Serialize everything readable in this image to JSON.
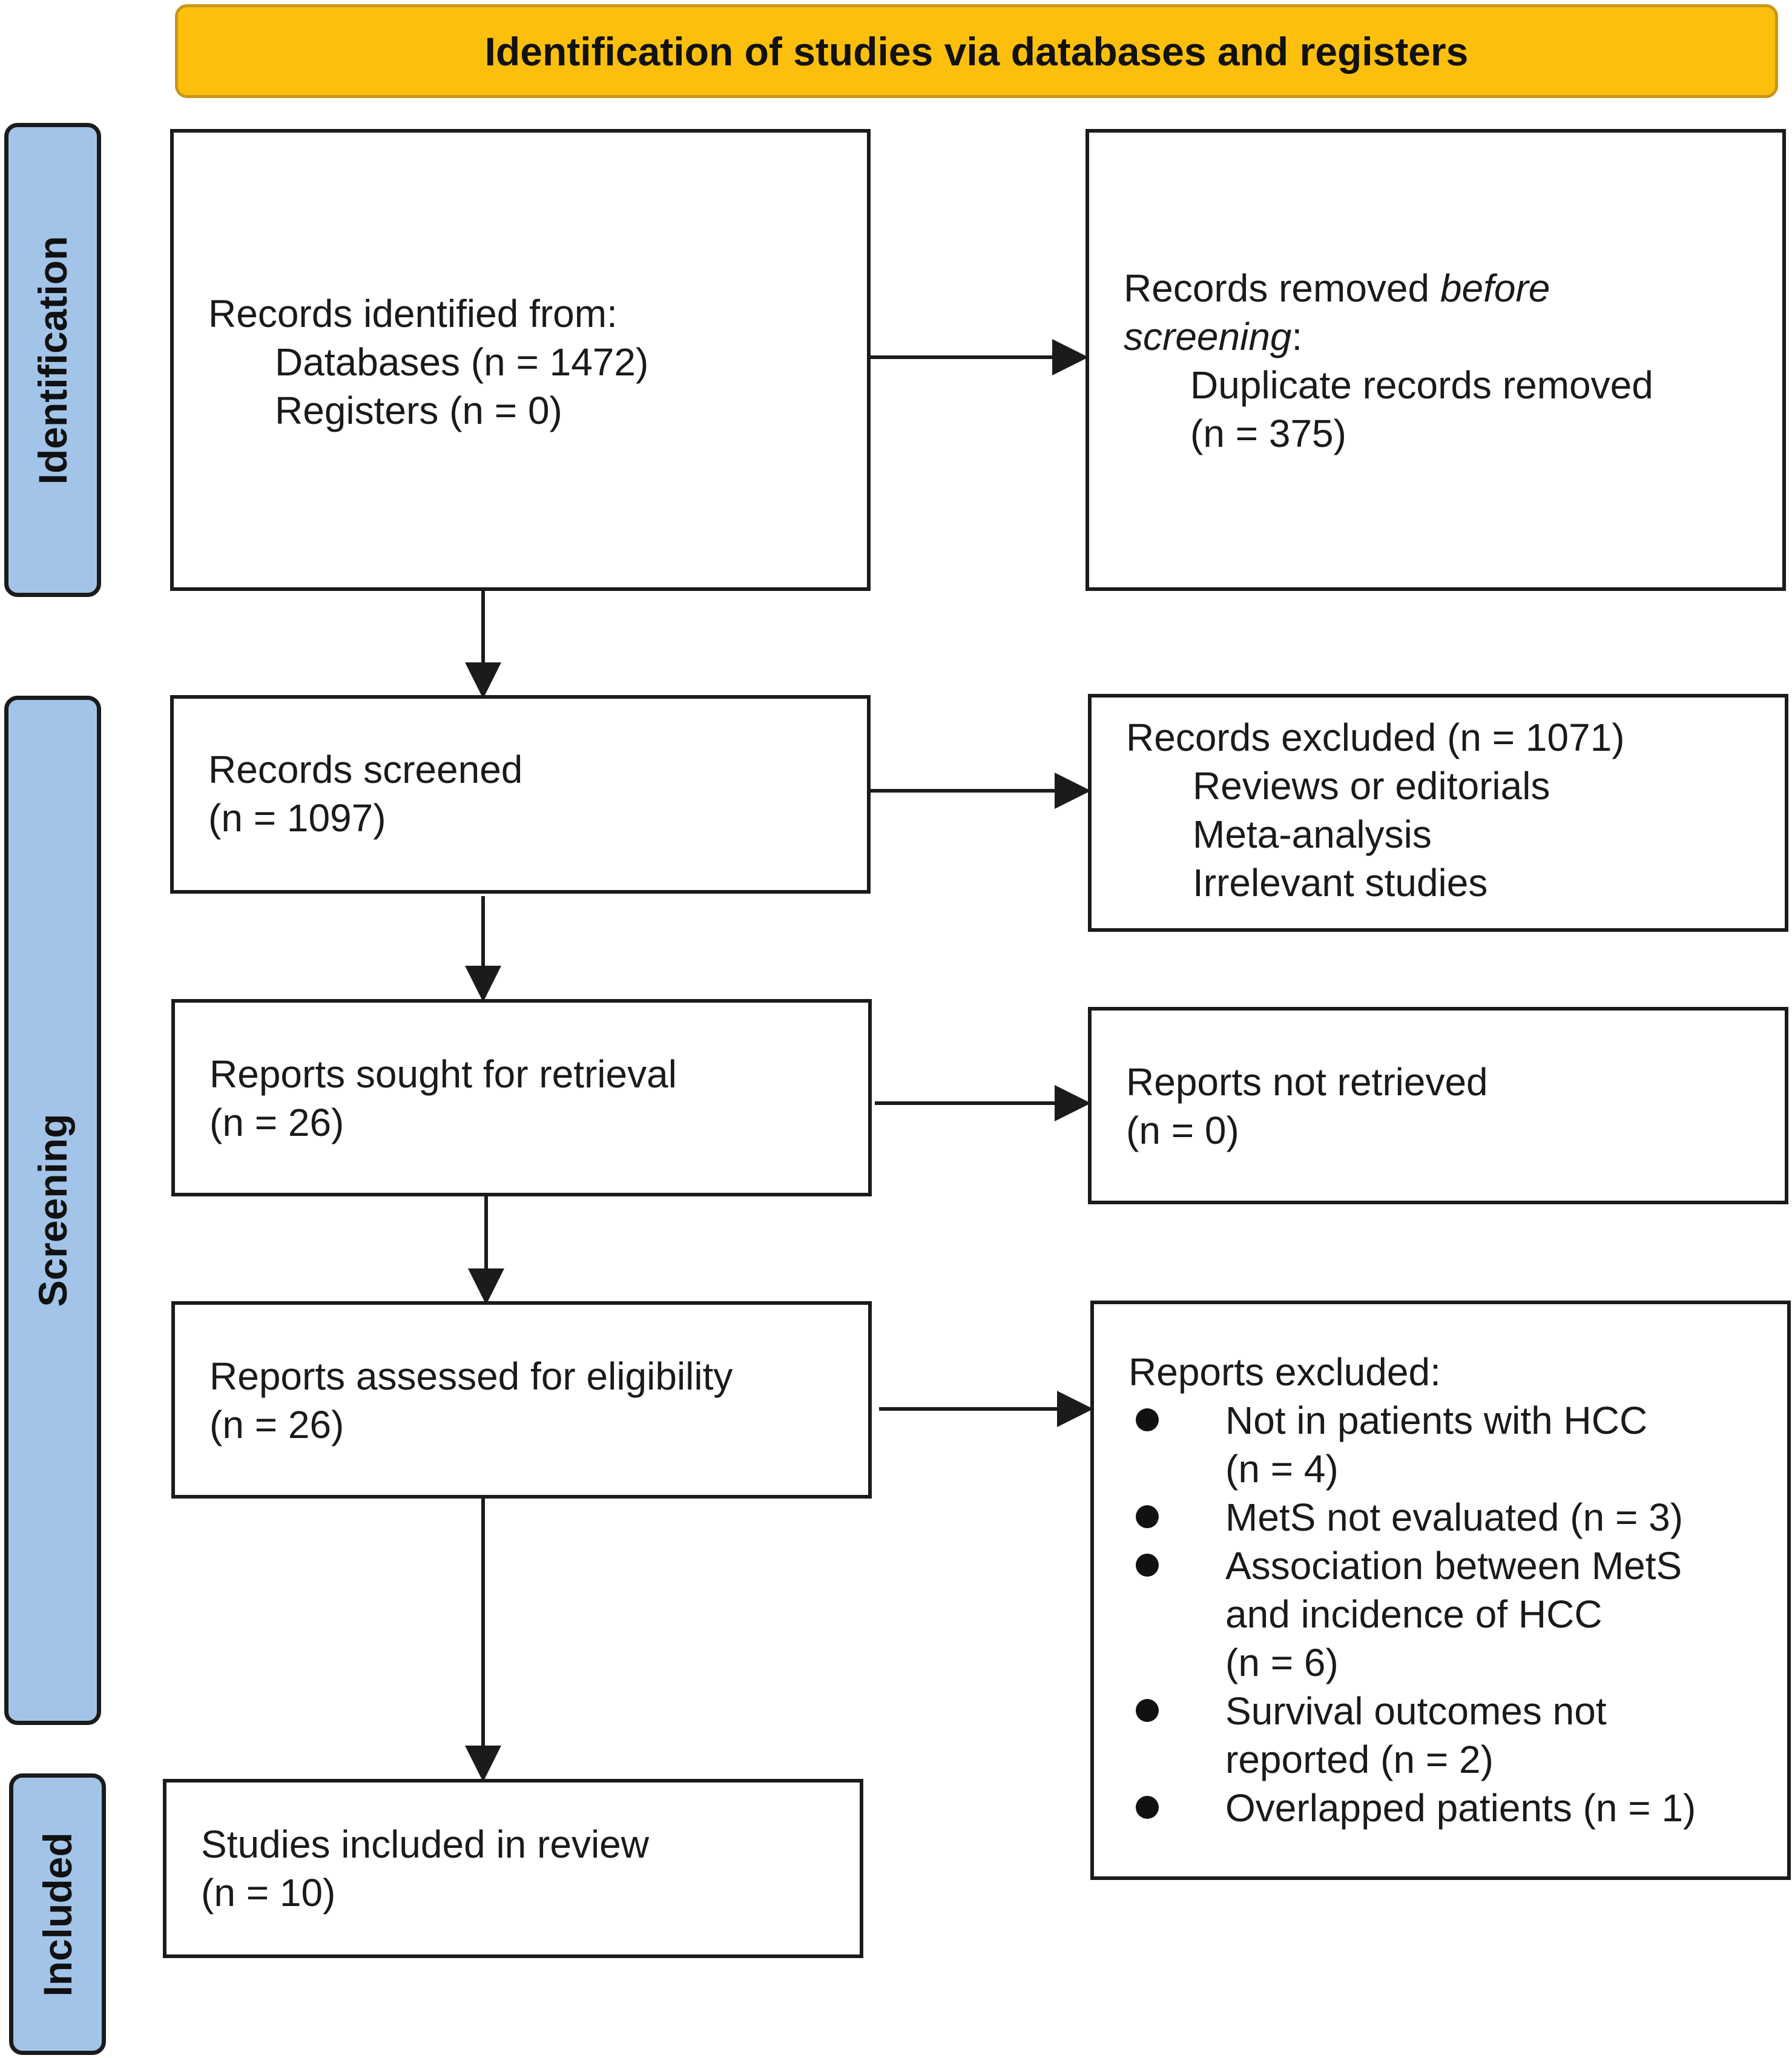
{
  "header": {
    "title": "Identification of studies via databases and registers"
  },
  "phases": {
    "identification": "Identification",
    "screening": "Screening",
    "included": "Included"
  },
  "boxes": {
    "records_identified": {
      "title": "Records identified from:",
      "databases": "Databases (n = 1472)",
      "registers": "Registers (n = 0)"
    },
    "records_removed": {
      "title_pre": "Records removed ",
      "title_italic": "before",
      "title_line2_italic": "screening",
      "title_line2_post": ":",
      "duplicates": "Duplicate records removed",
      "duplicates_n": "(n = 375)"
    },
    "records_screened": {
      "title": "Records screened",
      "n": "(n = 1097)"
    },
    "records_excluded": {
      "title": "Records excluded (n = 1071)",
      "items": [
        "Reviews or editorials",
        "Meta-analysis",
        "Irrelevant studies"
      ]
    },
    "reports_sought": {
      "title": "Reports sought for retrieval",
      "n": "(n = 26)"
    },
    "reports_not_retrieved": {
      "title": "Reports not retrieved",
      "n": "(n = 0)"
    },
    "reports_assessed": {
      "title": "Reports assessed for eligibility",
      "n": "(n = 26)"
    },
    "reports_excluded": {
      "title": "Reports excluded:",
      "items": [
        [
          "Not in patients with HCC",
          "(n = 4)"
        ],
        [
          "MetS not evaluated (n = 3)"
        ],
        [
          "Association between MetS",
          "and incidence of HCC",
          "(n = 6)"
        ],
        [
          "Survival outcomes not",
          "reported (n = 2)"
        ],
        [
          "Overlapped patients (n = 1)"
        ]
      ]
    },
    "studies_included": {
      "title": "Studies included in review",
      "n": "(n = 10)"
    }
  },
  "colors": {
    "header_fill": "#fdbf0d",
    "phase_fill": "#a2c4e8",
    "line": "#1b1b1b"
  }
}
